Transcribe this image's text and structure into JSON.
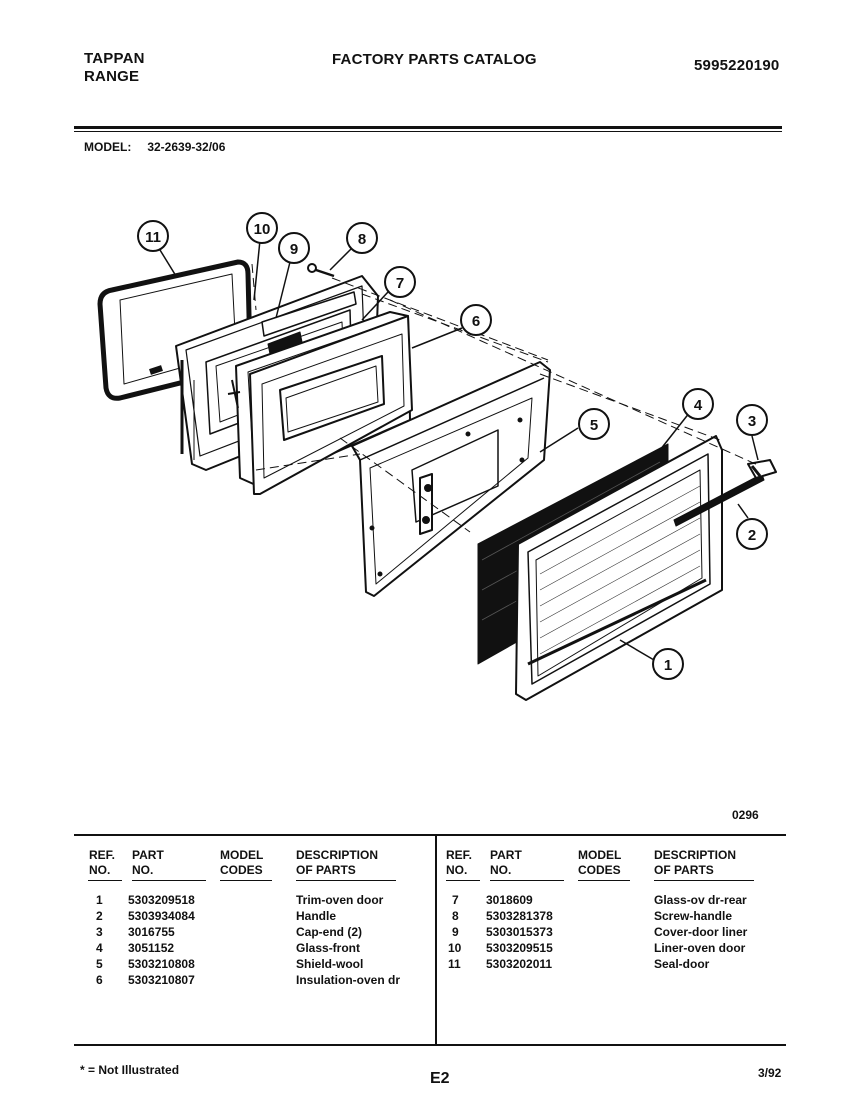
{
  "header": {
    "brand_line1": "TAPPAN",
    "brand_line2": "RANGE",
    "title": "FACTORY PARTS CATALOG",
    "catalog_number": "5995220190"
  },
  "model": {
    "label": "MODEL:",
    "value": "32-2639-32/06"
  },
  "diagram": {
    "callouts": [
      "1",
      "2",
      "3",
      "4",
      "5",
      "6",
      "7",
      "8",
      "9",
      "10",
      "11"
    ]
  },
  "date_code": "0296",
  "table": {
    "headers": {
      "ref_no_1": "REF.",
      "ref_no_2": "NO.",
      "part_no_1": "PART",
      "part_no_2": "NO.",
      "model_codes_1": "MODEL",
      "model_codes_2": "CODES",
      "description_1": "DESCRIPTION",
      "description_2": "OF PARTS"
    },
    "left_rows": [
      {
        "ref": "1",
        "part": "5303209518",
        "codes": "",
        "desc": "Trim-oven door"
      },
      {
        "ref": "2",
        "part": "5303934084",
        "codes": "",
        "desc": "Handle"
      },
      {
        "ref": "3",
        "part": "3016755",
        "codes": "",
        "desc": "Cap-end (2)"
      },
      {
        "ref": "4",
        "part": "3051152",
        "codes": "",
        "desc": "Glass-front"
      },
      {
        "ref": "5",
        "part": "5303210808",
        "codes": "",
        "desc": "Shield-wool"
      },
      {
        "ref": "6",
        "part": "5303210807",
        "codes": "",
        "desc": "Insulation-oven dr"
      }
    ],
    "right_rows": [
      {
        "ref": "7",
        "part": "3018609",
        "codes": "",
        "desc": "Glass-ov dr-rear"
      },
      {
        "ref": "8",
        "part": "5303281378",
        "codes": "",
        "desc": "Screw-handle"
      },
      {
        "ref": "9",
        "part": "5303015373",
        "codes": "",
        "desc": "Cover-door liner"
      },
      {
        "ref": "10",
        "part": "5303209515",
        "codes": "",
        "desc": "Liner-oven door"
      },
      {
        "ref": "11",
        "part": "5303202011",
        "codes": "",
        "desc": "Seal-door"
      }
    ]
  },
  "footer": {
    "footnote": "* = Not Illustrated",
    "page": "E2",
    "date": "3/92"
  }
}
